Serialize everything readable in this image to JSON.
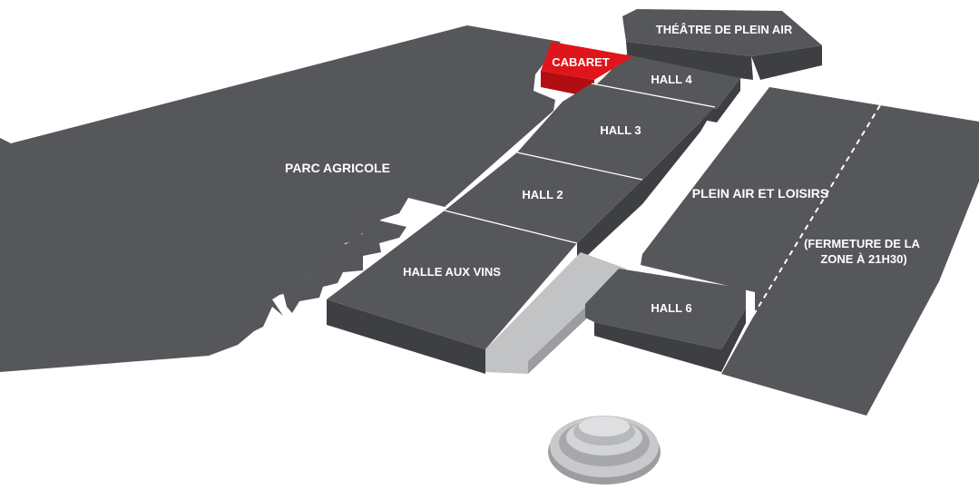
{
  "zones": {
    "theatre": "THÉÂTRE DE PLEIN AIR",
    "cabaret": "CABARET",
    "hall4": "HALL 4",
    "hall3": "HALL 3",
    "hall2": "HALL 2",
    "halle_vins": "HALLE AUX VINS",
    "hall6": "HALL 6",
    "parc_agricole": "PARC AGRICOLE",
    "plein_air": "PLEIN AIR ET LOISIRS",
    "fermeture_line1": "(FERMETURE DE LA",
    "fermeture_line2": "ZONE À 21H30)"
  },
  "colors": {
    "zone": "#56575a",
    "highlight": "#e0141b",
    "light_building": "#c2c3c5"
  }
}
